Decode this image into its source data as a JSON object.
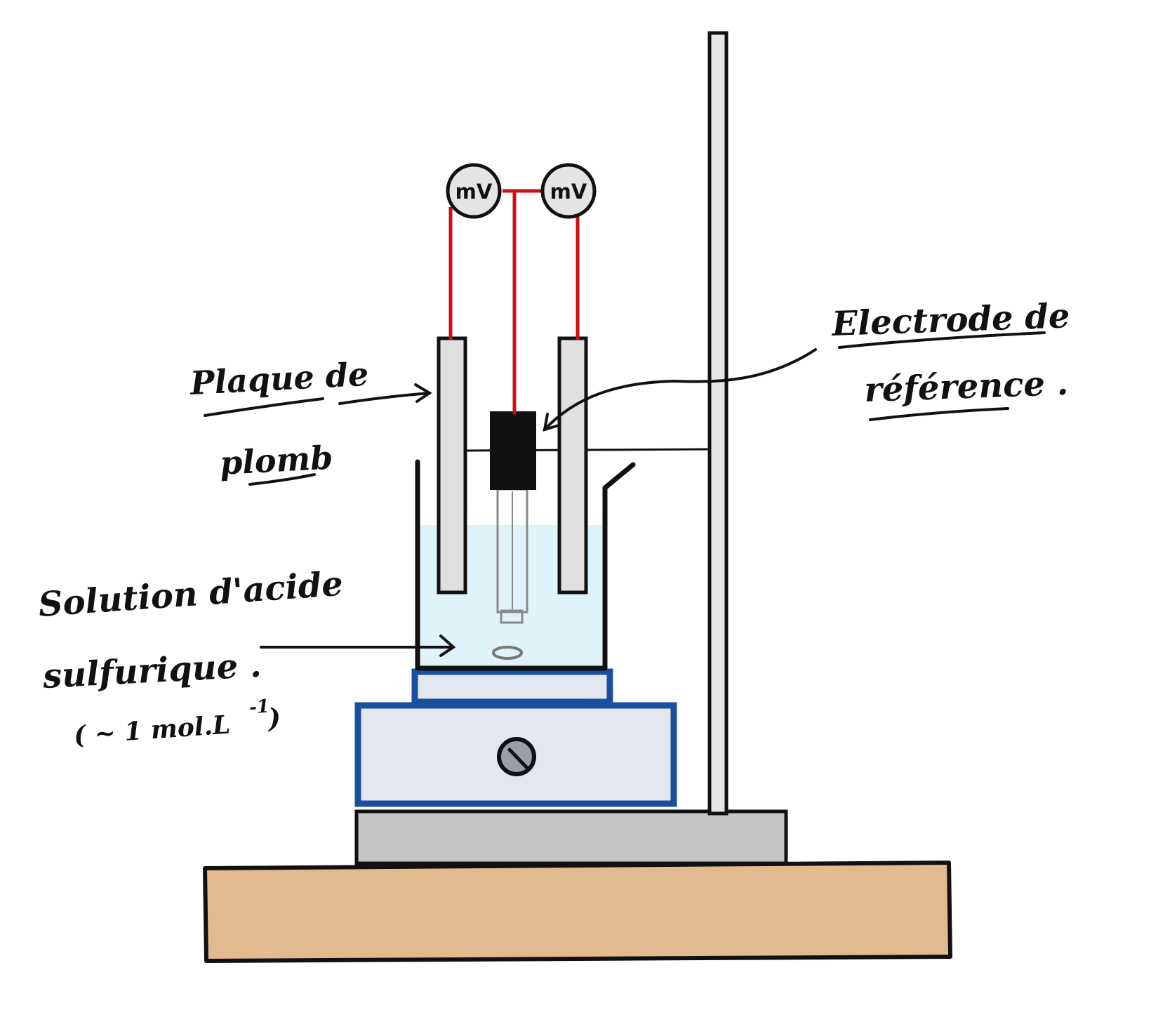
{
  "meters": [
    {
      "label": "mV"
    },
    {
      "label": "mV"
    }
  ],
  "labels": {
    "lead_plate_line1": "Plaque de",
    "lead_plate_line2": "plomb",
    "reference_line1": "Electrode de",
    "reference_line2": "référence .",
    "solution_line1": "Solution d'acide",
    "solution_line2": "sulfurique .",
    "solution_line3": "( ~ 1 mol.L",
    "solution_exponent": "-1",
    "solution_close": " )"
  },
  "colors": {
    "wire": "#cc1111",
    "solution": "#dff3fb",
    "stirrer_border": "#1a4f9c",
    "stirrer_body": "#e3e7f0",
    "base_plate": "#c4c4c4",
    "bench": "#e3b98f",
    "plate_fill": "#e0e0e0",
    "reference_body": "#111111"
  }
}
